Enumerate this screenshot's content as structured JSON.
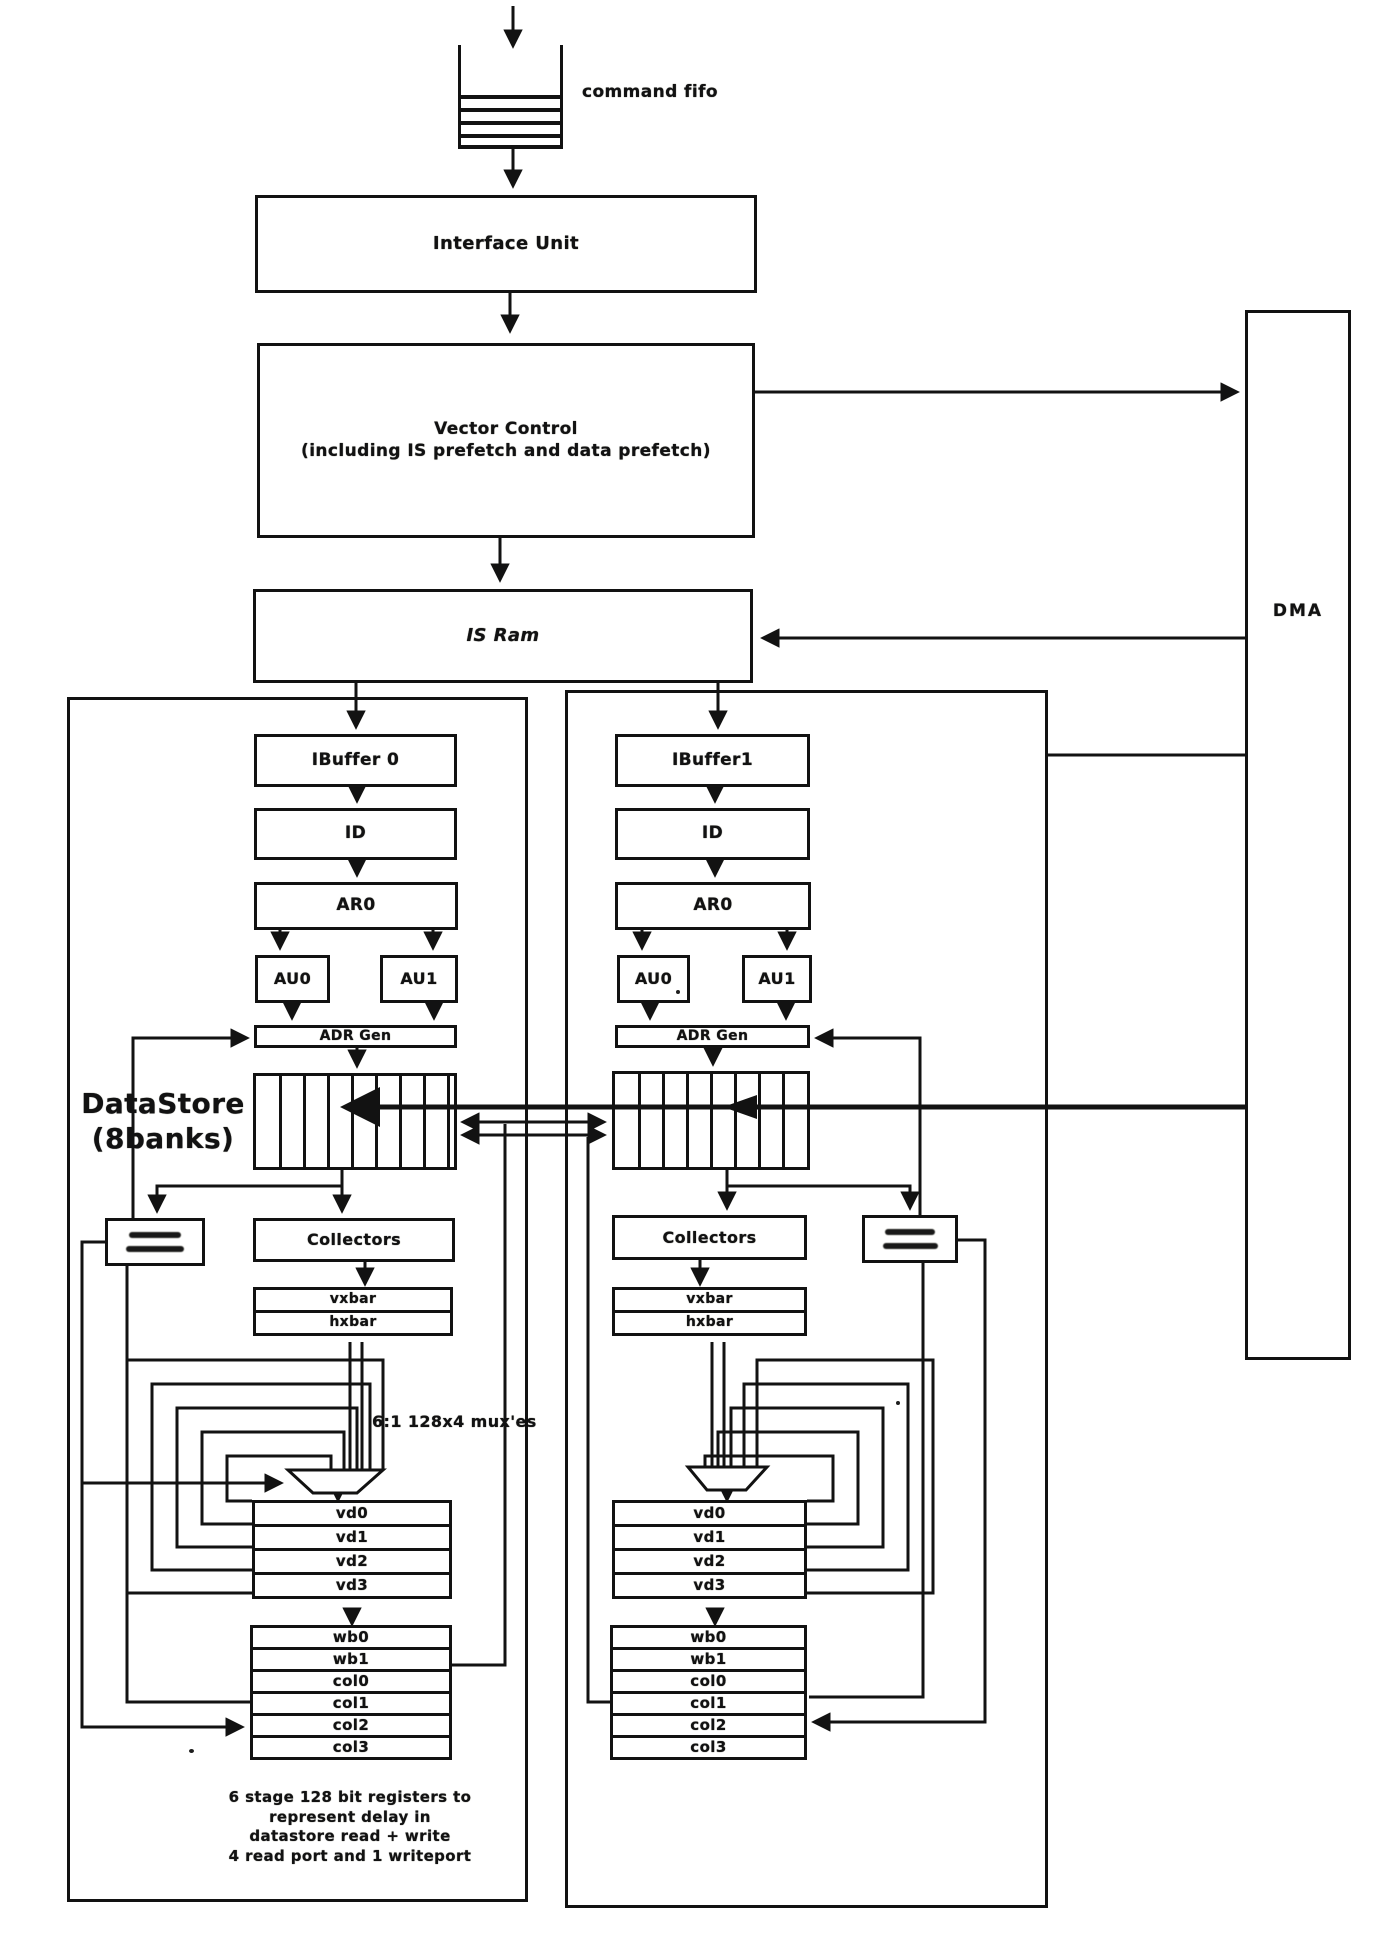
{
  "diagram": {
    "ink_color": "#161616",
    "paper_color": "#fcfcfa",
    "top": {
      "command_fifo_label": "command fifo",
      "interface_unit": "Interface Unit",
      "vector_control_line1": "Vector Control",
      "vector_control_line2": "(including IS prefetch and data prefetch)",
      "is_ram": "IS Ram",
      "dma": "DMA"
    },
    "datastore_label": {
      "line1": "DataStore",
      "line2": "(8banks)",
      "banks": 8
    },
    "mux_annotation": "6:1 128x4 mux'es",
    "caption_lines": [
      "6 stage 128 bit registers to",
      "represent delay in",
      "datastore read + write",
      "4 read port and 1 writeport"
    ],
    "side_box_note": "small box with two lines of illegible smudged text",
    "pipelines": [
      {
        "name": "pipeline-0",
        "ibuffer": "IBuffer 0",
        "decode": "ID",
        "address_reg": "AR0",
        "au0": "AU0",
        "au1": "AU1",
        "adr_gen": "ADR Gen",
        "collectors": "Collectors",
        "vxbar": "vxbar",
        "hxbar": "hxbar",
        "vd_registers": [
          "vd0",
          "vd1",
          "vd2",
          "vd3"
        ],
        "delay_registers": [
          "wb0",
          "wb1",
          "col0",
          "col1",
          "col2",
          "col3"
        ]
      },
      {
        "name": "pipeline-1",
        "ibuffer": "IBuffer1",
        "decode": "ID",
        "address_reg": "AR0",
        "au0": "AU0",
        "au1": "AU1",
        "adr_gen": "ADR Gen",
        "collectors": "Collectors",
        "vxbar": "vxbar",
        "hxbar": "hxbar",
        "vd_registers": [
          "vd0",
          "vd1",
          "vd2",
          "vd3"
        ],
        "delay_registers": [
          "wb0",
          "wb1",
          "col0",
          "col1",
          "col2",
          "col3"
        ]
      }
    ]
  }
}
